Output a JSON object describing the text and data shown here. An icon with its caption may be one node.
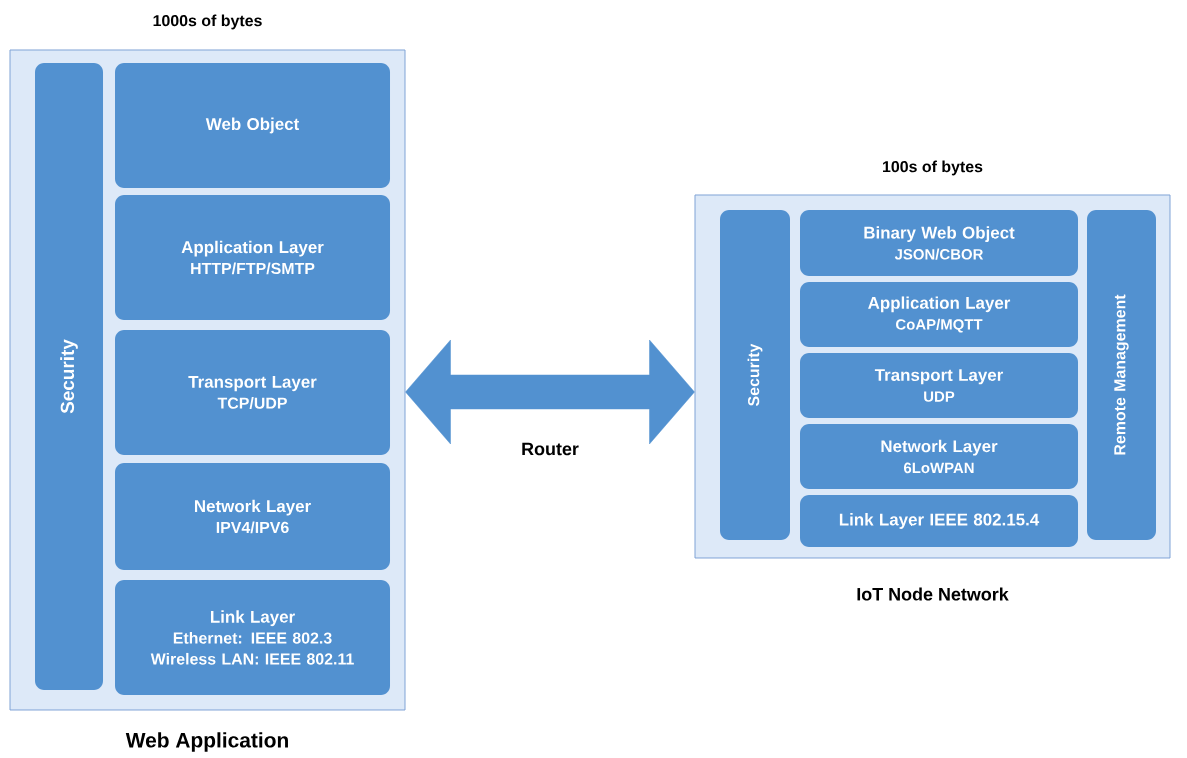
{
  "diagram": {
    "nodes": [
      {
        "text": [
          "1000s of bytes"
        ],
        "beside": [
          "Web Application"
        ]
      },
      {
        "text": [
          "Security"
        ],
        "in": 0
      },
      {
        "text": [
          "Web Object"
        ],
        "in": 0
      },
      {
        "text": [
          "Application Layer",
          "HTTP/FTP/SMTP"
        ],
        "in": 0
      },
      {
        "text": [
          "Transport Layer",
          "TCP/UDP"
        ],
        "in": 0
      },
      {
        "text": [
          "Network Layer",
          "IPV4/IPV6"
        ],
        "in": 0
      },
      {
        "text": [
          "Link Layer",
          "Ethernet: IEEE 802.3",
          "Wireless LAN: IEEE 802.11"
        ],
        "in": 0
      },
      {
        "text": [
          "100s of bytes"
        ],
        "beside": [
          "IoT Node Network"
        ]
      },
      {
        "text": [
          "Security"
        ],
        "in": 7
      },
      {
        "text": [
          "Binary Web Object",
          "JSON/CBOR"
        ],
        "in": 7
      },
      {
        "text": [
          "Application Layer",
          "CoAP/MQTT"
        ],
        "in": 7
      },
      {
        "text": [
          "Transport Layer",
          "UDP"
        ],
        "in": 7
      },
      {
        "text": [
          "Network Layer",
          "6LoWPAN"
        ],
        "in": 7
      },
      {
        "text": [
          "Link Layer IEEE 802.15.4"
        ],
        "in": 7
      },
      {
        "text": [
          "Remote Management"
        ],
        "in": 7
      }
    ],
    "edges": [
      {
        "from": 0,
        "to": 7,
        "arrow": "both",
        "label": "Router"
      }
    ]
  }
}
